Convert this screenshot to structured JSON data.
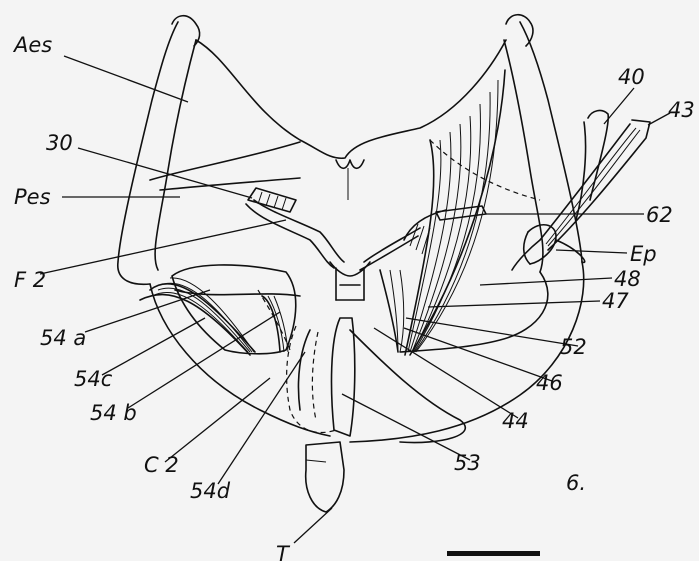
{
  "figure_number": "6.",
  "labels": {
    "Aes": "Aes",
    "l30": "30",
    "Pes": "Pes",
    "F2": "F 2",
    "l54a": "54 a",
    "l54c": "54c",
    "l54b": "54 b",
    "C2": "C 2",
    "l54d": "54d",
    "T": "T",
    "l40": "40",
    "l43": "43",
    "l62": "62",
    "Ep": "Ep",
    "l48": "48",
    "l47": "47",
    "l52": "52",
    "l46": "46",
    "l44": "44",
    "l53": "53"
  },
  "colors": {
    "ink": "#111111",
    "paper": "#f4f4f4"
  }
}
